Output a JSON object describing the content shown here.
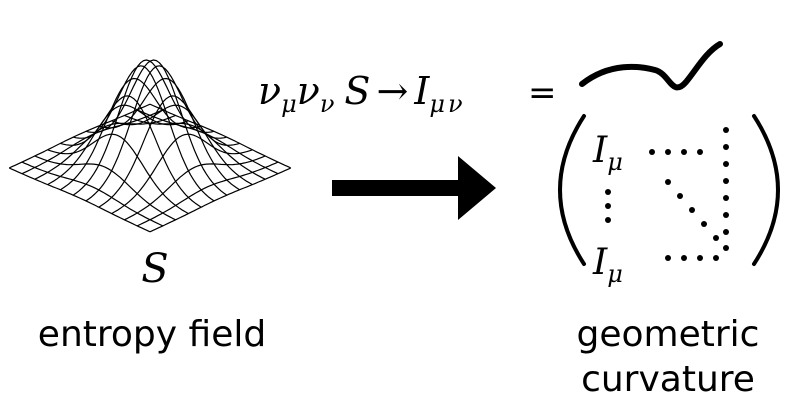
{
  "surface": {
    "symbol": "S",
    "caption": "entropy field"
  },
  "formula": {
    "nu": "ν",
    "mu": "μ",
    "nu_sub": "ν",
    "S": "S",
    "arrow": "→",
    "I": "I",
    "sub_mu": "μ",
    "sub_nu": "ν",
    "equals": "="
  },
  "matrix": {
    "top_left_base": "I",
    "top_left_sub": "μ",
    "bottom_left_base": "I",
    "bottom_left_sub": "μ"
  },
  "curvature": {
    "caption_line1": "geometric",
    "caption_line2": "curvature"
  },
  "colors": {
    "ink": "#000000",
    "background": "#ffffff"
  }
}
